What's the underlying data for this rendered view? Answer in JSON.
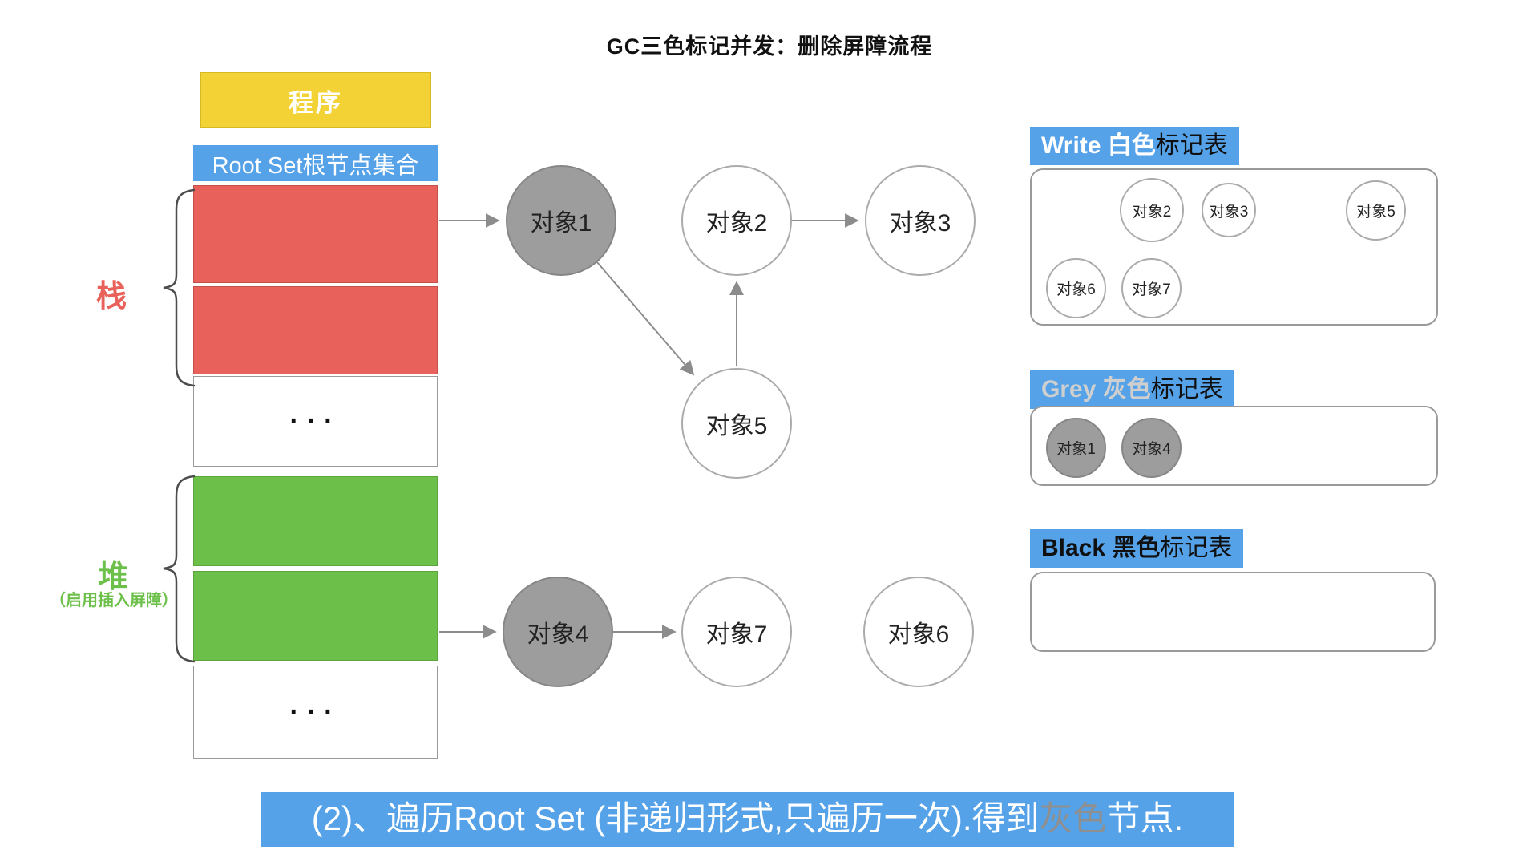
{
  "colors": {
    "blue": "#55A2E8",
    "yellow": "#F2D235",
    "red": "#E8615A",
    "green": "#6CC04A",
    "gray-node": "#9D9D9D",
    "gray-text": "#9A9A9A"
  },
  "title": "GC三色标记并发：删除屏障流程",
  "memory": {
    "program": "程序",
    "root_set": "Root Set根节点集合",
    "stack_label": "栈",
    "heap_label": "堆",
    "heap_note": "（启用插入屏障）",
    "ellipsis": "···"
  },
  "graph": {
    "nodes": [
      {
        "label": "对象1",
        "color": "gray"
      },
      {
        "label": "对象2",
        "color": "white"
      },
      {
        "label": "对象3",
        "color": "white"
      },
      {
        "label": "对象5",
        "color": "white"
      },
      {
        "label": "对象4",
        "color": "gray"
      },
      {
        "label": "对象7",
        "color": "white"
      },
      {
        "label": "对象6",
        "color": "white"
      }
    ],
    "edges": [
      {
        "from": "RootSet(栈)",
        "to": "对象1"
      },
      {
        "from": "对象1",
        "to": "对象5"
      },
      {
        "from": "对象5",
        "to": "对象2"
      },
      {
        "from": "对象2",
        "to": "对象3"
      },
      {
        "from": "RootSet(堆)",
        "to": "对象4"
      },
      {
        "from": "对象4",
        "to": "对象7"
      }
    ]
  },
  "tables": {
    "white": {
      "title_highlight": "Write 白色",
      "title_rest": "标记表",
      "items": [
        "对象2",
        "对象3",
        "对象5",
        "对象6",
        "对象7"
      ]
    },
    "grey": {
      "title_highlight": "Grey 灰色",
      "title_rest": "标记表",
      "items": [
        "对象1",
        "对象4"
      ]
    },
    "black": {
      "title_highlight": "Black 黑色",
      "title_rest": "标记表",
      "items": []
    }
  },
  "footer": {
    "prefix": "(2)、遍历Root Set (非递归形式,只遍历一次).得到",
    "highlight": "灰色",
    "suffix": "节点."
  }
}
